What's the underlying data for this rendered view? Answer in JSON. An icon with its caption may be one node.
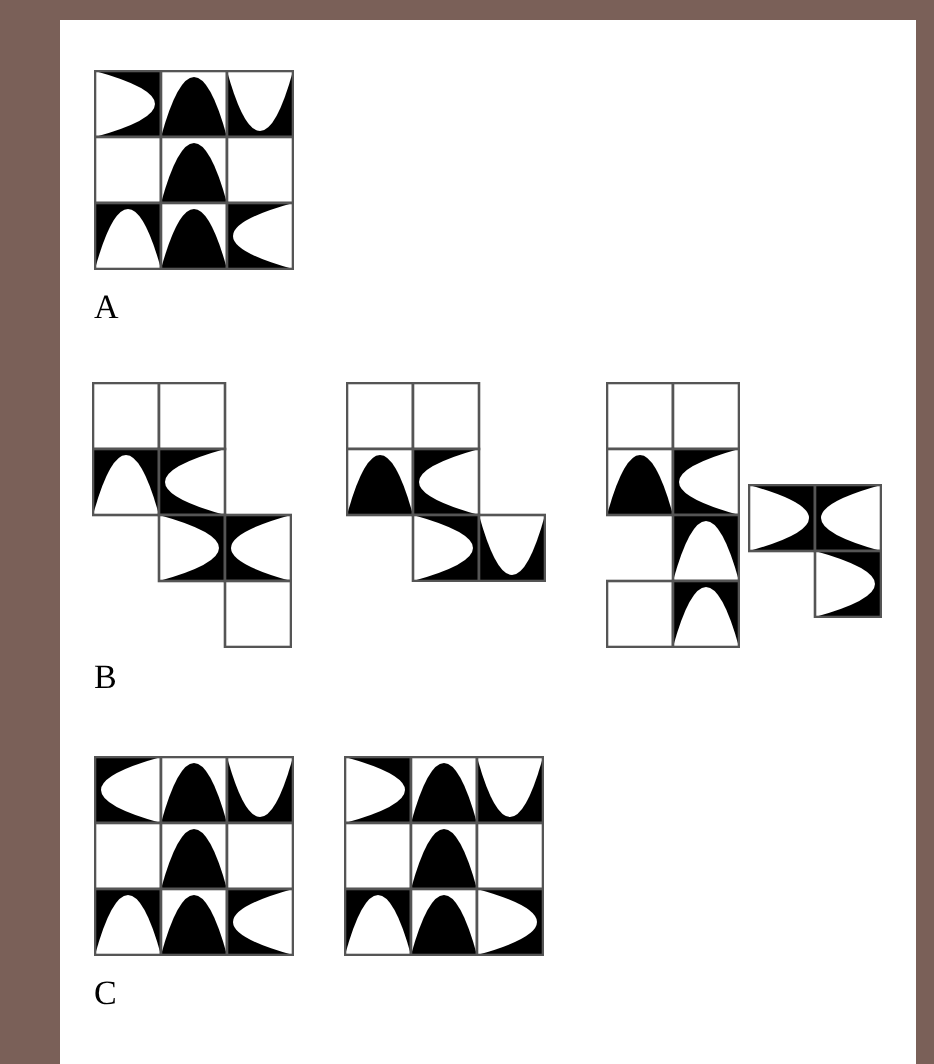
{
  "diagram": {
    "labels": [
      "A",
      "B",
      "C"
    ]
  }
}
